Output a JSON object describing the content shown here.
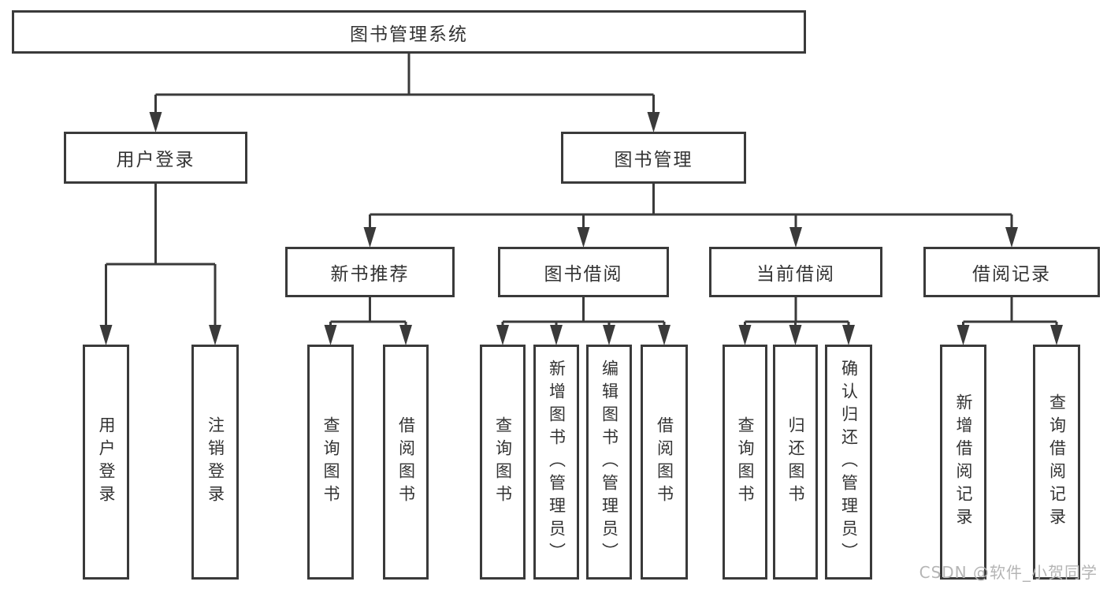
{
  "diagram": {
    "title": "图书管理系统",
    "nodes": [
      {
        "id": "library-management-system",
        "label": "图书管理系统",
        "parent": null
      },
      {
        "id": "user-login-group",
        "label": "用户登录",
        "parent": "library-management-system"
      },
      {
        "id": "book-management",
        "label": "图书管理",
        "parent": "library-management-system"
      },
      {
        "id": "user-login",
        "label": "用户登录",
        "parent": "user-login-group"
      },
      {
        "id": "logout",
        "label": "注销登录",
        "parent": "user-login-group"
      },
      {
        "id": "new-book-recommend",
        "label": "新书推荐",
        "parent": "book-management"
      },
      {
        "id": "book-borrowing",
        "label": "图书借阅",
        "parent": "book-management"
      },
      {
        "id": "current-borrowing",
        "label": "当前借阅",
        "parent": "book-management"
      },
      {
        "id": "borrowing-records",
        "label": "借阅记录",
        "parent": "book-management"
      },
      {
        "id": "recommend-query-book",
        "label": "查询图书",
        "parent": "new-book-recommend"
      },
      {
        "id": "recommend-borrow-book",
        "label": "借阅图书",
        "parent": "new-book-recommend"
      },
      {
        "id": "borrowing-query-book",
        "label": "查询图书",
        "parent": "book-borrowing"
      },
      {
        "id": "borrowing-add-book",
        "label": "新增图书（管理员）",
        "parent": "book-borrowing"
      },
      {
        "id": "borrowing-edit-book",
        "label": "编辑图书（管理员）",
        "parent": "book-borrowing"
      },
      {
        "id": "borrowing-borrow-book",
        "label": "借阅图书",
        "parent": "book-borrowing"
      },
      {
        "id": "current-query-book",
        "label": "查询图书",
        "parent": "current-borrowing"
      },
      {
        "id": "current-return-book",
        "label": "归还图书",
        "parent": "current-borrowing"
      },
      {
        "id": "current-confirm-return",
        "label": "确认归还（管理员）",
        "parent": "current-borrowing"
      },
      {
        "id": "records-add-record",
        "label": "新增借阅记录",
        "parent": "borrowing-records"
      },
      {
        "id": "records-query-record",
        "label": "查询借阅记录",
        "parent": "borrowing-records"
      }
    ]
  },
  "watermark": {
    "text": "CSDN @软件_小贺同学",
    "color": "#b5b5b5"
  },
  "colors": {
    "line": "#3a3a3a",
    "box_border": "#3a3a3a",
    "text": "#333333",
    "background": "#ffffff"
  }
}
